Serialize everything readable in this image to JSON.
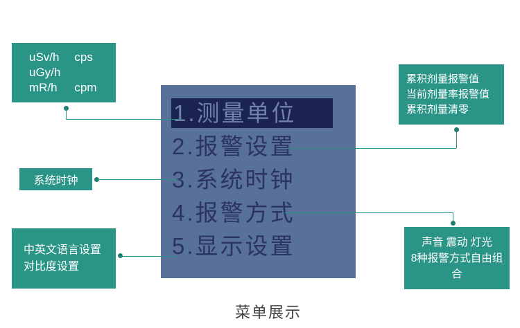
{
  "panel": {
    "items": [
      {
        "label": "1.测量单位",
        "highlighted": true
      },
      {
        "label": "2.报警设置",
        "highlighted": false
      },
      {
        "label": "3.系统时钟",
        "highlighted": false
      },
      {
        "label": "4.报警方式",
        "highlighted": false
      },
      {
        "label": "5.显示设置",
        "highlighted": false
      }
    ]
  },
  "callouts": {
    "units": {
      "rows": [
        {
          "unit": "uSv/h",
          "count": "cps"
        },
        {
          "unit": "uGy/h",
          "count": ""
        },
        {
          "unit": "mR/h",
          "count": "cpm"
        }
      ]
    },
    "alarm_values": {
      "lines": [
        "累积剂量报警值",
        "当前剂量率报警值",
        "累积剂量清零"
      ]
    },
    "clock": {
      "label": "系统时钟"
    },
    "language": {
      "lines": [
        "中英文语言设置",
        "对比度设置"
      ]
    },
    "alarm_modes": {
      "lines": [
        "声音 震动 灯光",
        "8种报警方式自由组合"
      ]
    }
  },
  "caption": "菜单展示",
  "colors": {
    "callout_green": "#2a9486",
    "screen_blue": "#587198",
    "highlight_bg": "#1b2351",
    "highlight_text": "#7081ab",
    "menu_text": "#2b3264",
    "connector": "#2a9487",
    "dot": "#1d7e72",
    "caption_text": "#3e3e3e"
  }
}
